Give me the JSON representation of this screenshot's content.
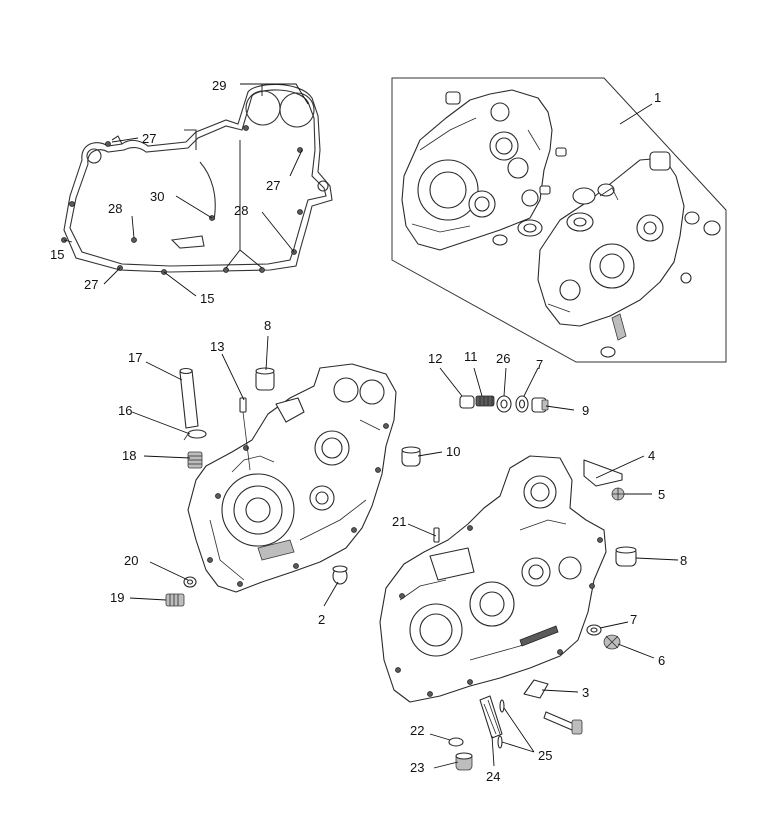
{
  "callouts": [
    {
      "id": "c-29",
      "text": "29"
    },
    {
      "id": "c-27a",
      "text": "27"
    },
    {
      "id": "c-27b",
      "text": "27"
    },
    {
      "id": "c-27c",
      "text": "27"
    },
    {
      "id": "c-30",
      "text": "30"
    },
    {
      "id": "c-28a",
      "text": "28"
    },
    {
      "id": "c-28b",
      "text": "28"
    },
    {
      "id": "c-15a",
      "text": "15"
    },
    {
      "id": "c-15b",
      "text": "15"
    },
    {
      "id": "c-1",
      "text": "1"
    },
    {
      "id": "c-8a",
      "text": "8"
    },
    {
      "id": "c-17",
      "text": "17"
    },
    {
      "id": "c-13",
      "text": "13"
    },
    {
      "id": "c-16",
      "text": "16"
    },
    {
      "id": "c-18",
      "text": "18"
    },
    {
      "id": "c-12",
      "text": "12"
    },
    {
      "id": "c-11",
      "text": "11"
    },
    {
      "id": "c-26",
      "text": "26"
    },
    {
      "id": "c-7a",
      "text": "7"
    },
    {
      "id": "c-9",
      "text": "9"
    },
    {
      "id": "c-10",
      "text": "10"
    },
    {
      "id": "c-4",
      "text": "4"
    },
    {
      "id": "c-5",
      "text": "5"
    },
    {
      "id": "c-21",
      "text": "21"
    },
    {
      "id": "c-8b",
      "text": "8"
    },
    {
      "id": "c-20",
      "text": "20"
    },
    {
      "id": "c-19",
      "text": "19"
    },
    {
      "id": "c-2",
      "text": "2"
    },
    {
      "id": "c-7b",
      "text": "7"
    },
    {
      "id": "c-6",
      "text": "6"
    },
    {
      "id": "c-3",
      "text": "3"
    },
    {
      "id": "c-22",
      "text": "22"
    },
    {
      "id": "c-25",
      "text": "25"
    },
    {
      "id": "c-23",
      "text": "23"
    },
    {
      "id": "c-24",
      "text": "24"
    }
  ]
}
